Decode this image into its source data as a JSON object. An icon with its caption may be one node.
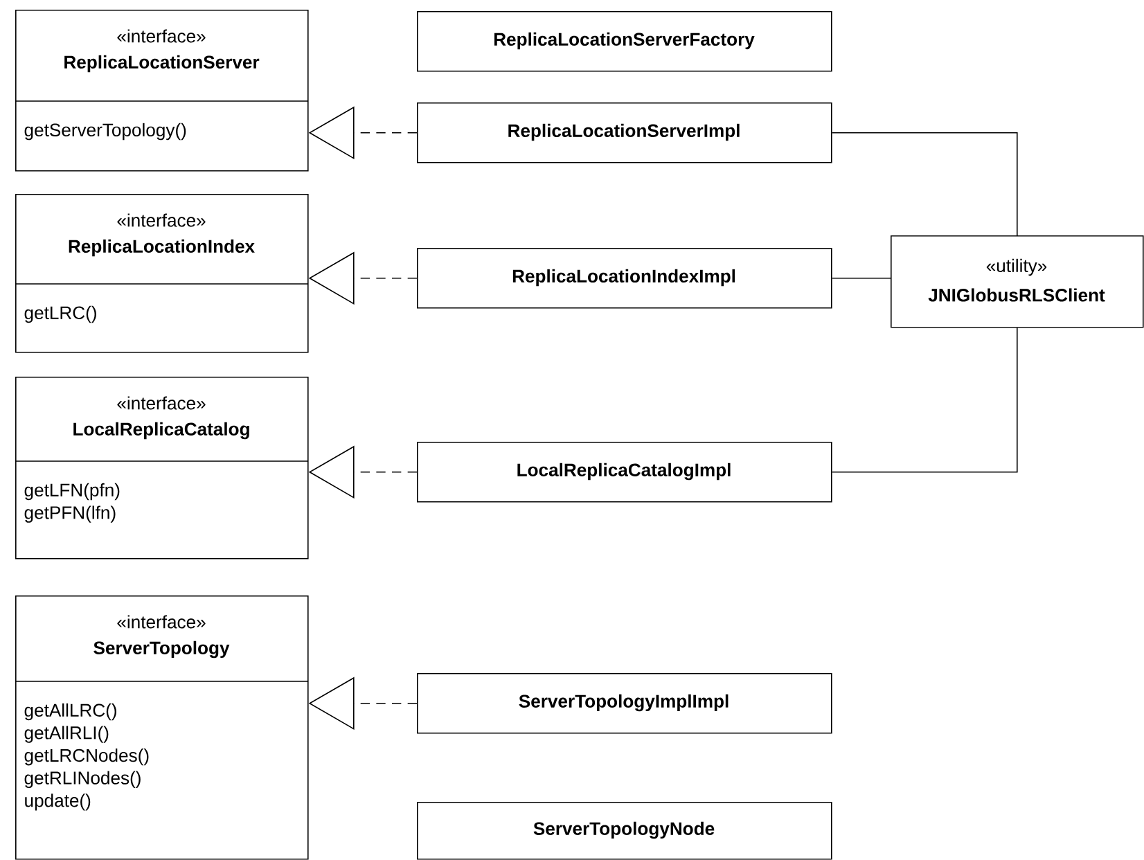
{
  "diagram": {
    "nodes": [
      {
        "text": [
          "«interface»",
          "ReplicaLocationServer",
          "getServerTopology()"
        ]
      },
      {
        "text": [
          "ReplicaLocationServerFactory"
        ]
      },
      {
        "text": [
          "ReplicaLocationServerImpl"
        ]
      },
      {
        "text": [
          "«interface»",
          "ReplicaLocationIndex",
          "getLRC()"
        ]
      },
      {
        "text": [
          "ReplicaLocationIndexImpl"
        ]
      },
      {
        "text": [
          "«utility»",
          "JNIGlobusRLSClient"
        ]
      },
      {
        "text": [
          "«interface»",
          "LocalReplicaCatalog",
          "getLFN(pfn)",
          "getPFN(lfn)"
        ]
      },
      {
        "text": [
          "LocalReplicaCatalogImpl"
        ]
      },
      {
        "text": [
          "«interface»",
          "ServerTopology",
          "getAllLRC()",
          "getAllRLI()",
          "getLRCNodes()",
          "getRLINodes()",
          "update()"
        ]
      },
      {
        "text": [
          "ServerTopologyImplImpl"
        ]
      },
      {
        "text": [
          "ServerTopologyNode"
        ]
      }
    ],
    "edges": [
      {
        "from": 2,
        "to": 0,
        "arrow": "to",
        "style": "dashed"
      },
      {
        "from": 4,
        "to": 3,
        "arrow": "to",
        "style": "dashed"
      },
      {
        "from": 7,
        "to": 6,
        "arrow": "to",
        "style": "dashed"
      },
      {
        "from": 9,
        "to": 8,
        "arrow": "to",
        "style": "dashed"
      },
      {
        "from": 2,
        "to": 5,
        "arrow": "none"
      },
      {
        "from": 4,
        "to": 5,
        "arrow": "none"
      },
      {
        "from": 7,
        "to": 5,
        "arrow": "none"
      }
    ]
  }
}
